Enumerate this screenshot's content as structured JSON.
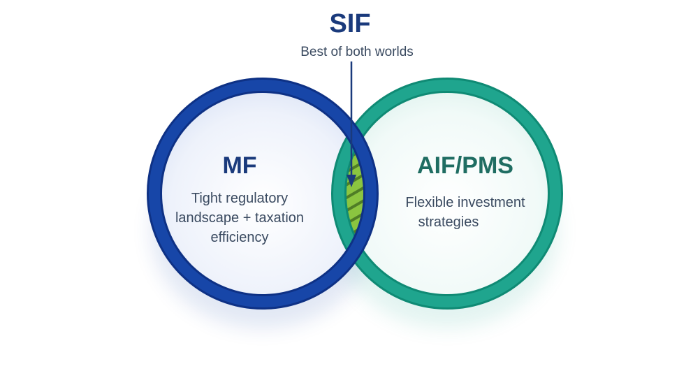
{
  "header": {
    "title": "SIF",
    "subtitle": "Best of both worlds"
  },
  "left_circle": {
    "title": "MF",
    "lines": [
      "Tight regulatory",
      "landscape + taxation",
      "efficiency"
    ]
  },
  "right_circle": {
    "title": "AIF/PMS",
    "lines": [
      "Flexible investment",
      "strategies"
    ]
  },
  "colors": {
    "navy": "#1a3a7c",
    "blue_ring": "#1746a8",
    "teal_ring": "#1fa58e",
    "teal_text": "#1f6d62",
    "overlap_green": "#8bc540",
    "overlap_stripe": "#4f7d26",
    "body_text": "#3a4a60"
  }
}
